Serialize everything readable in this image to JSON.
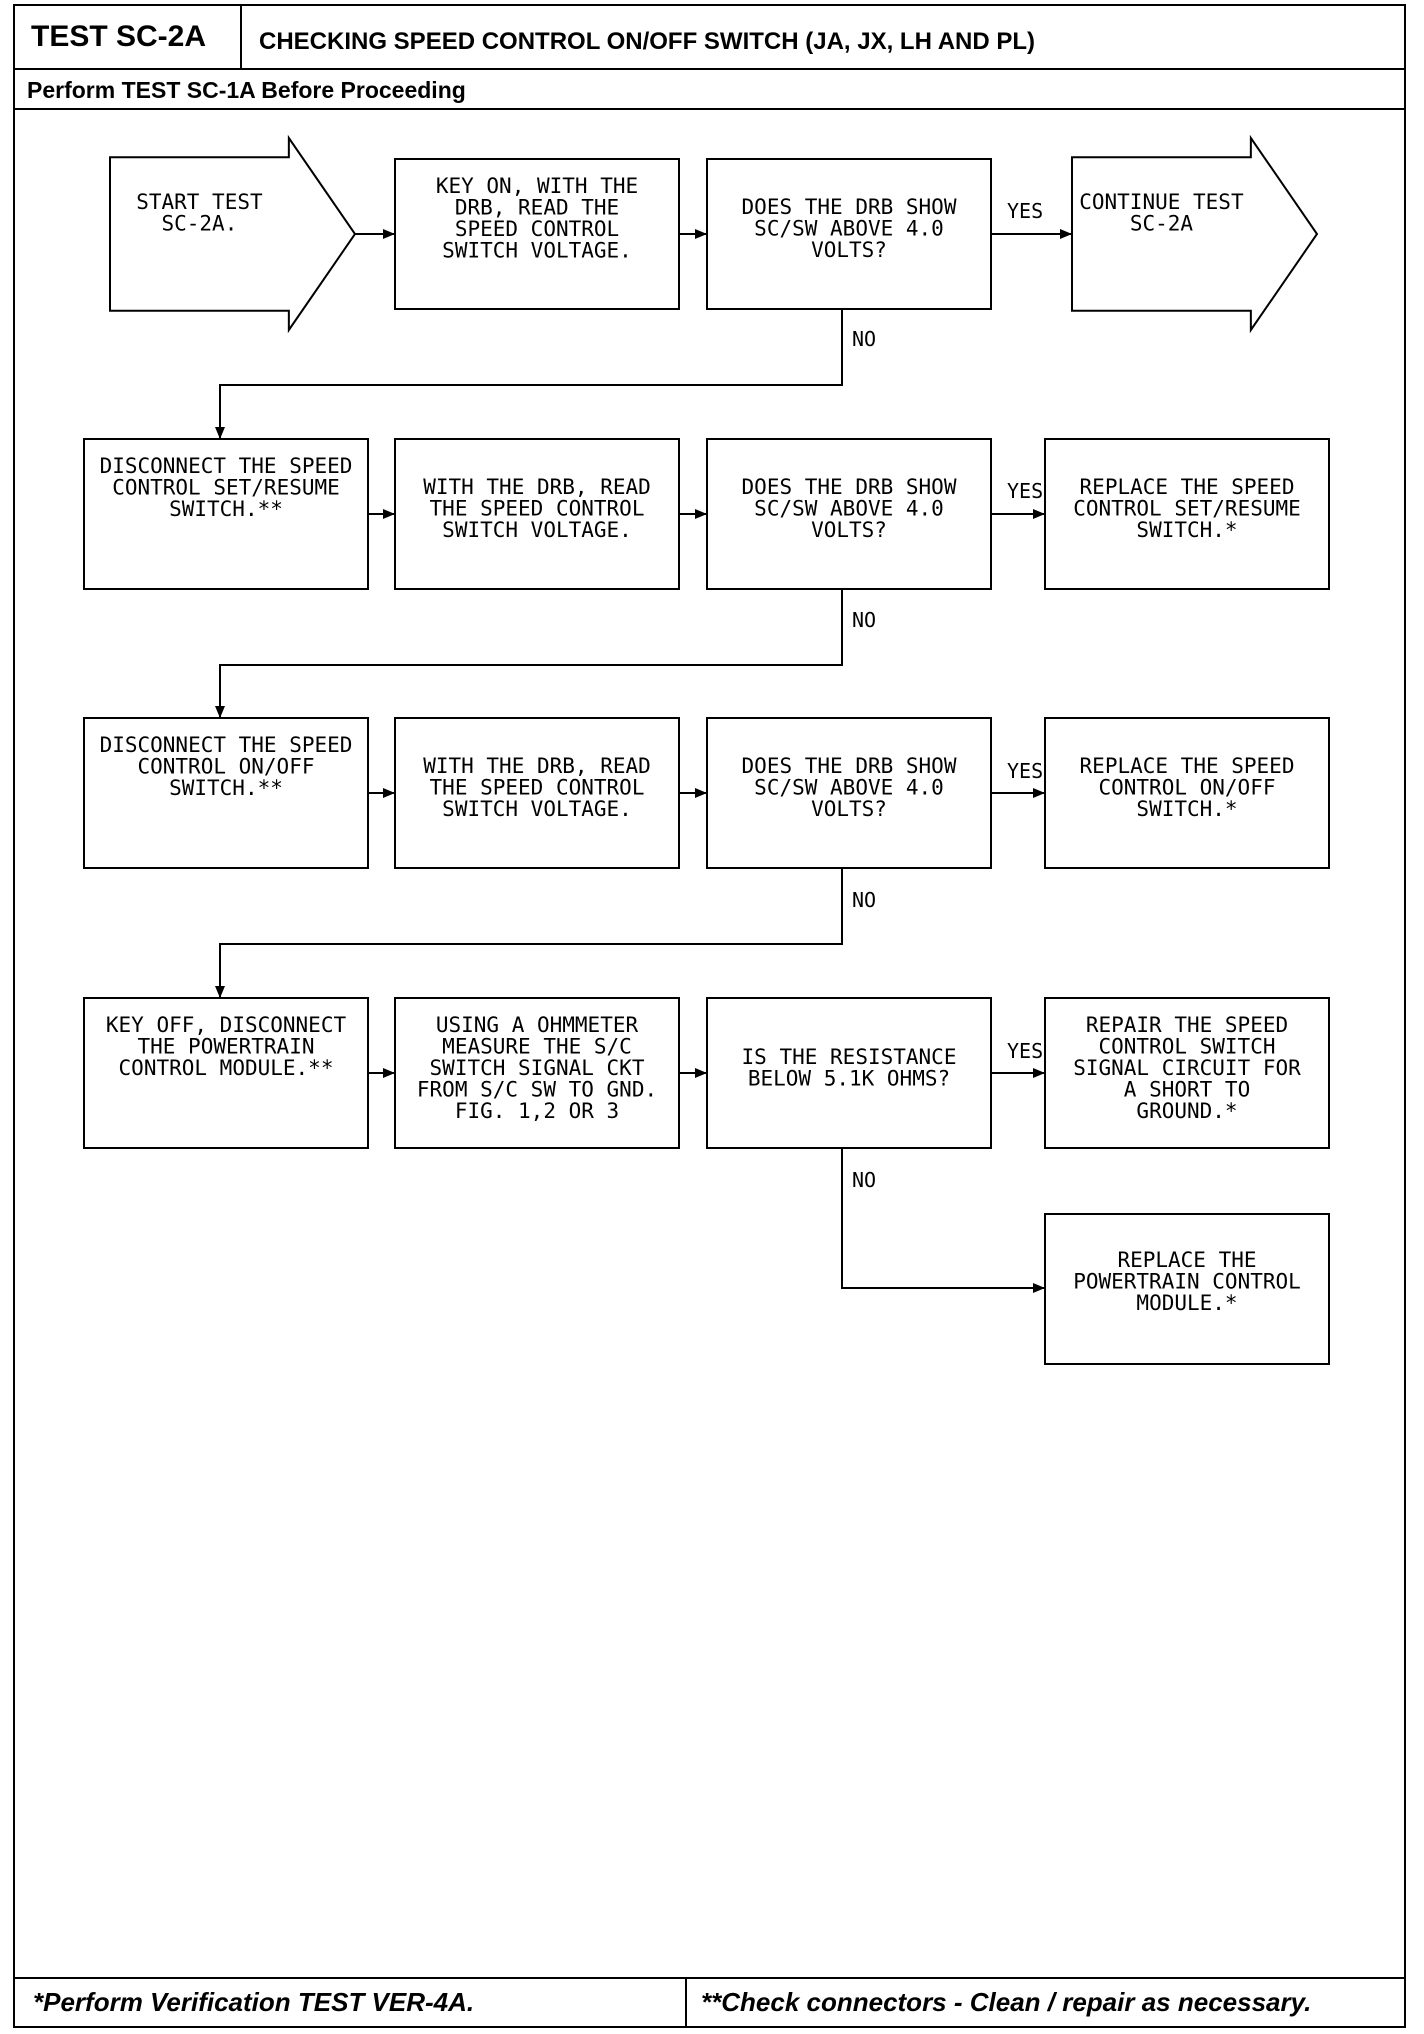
{
  "header": {
    "test_id": "TEST SC-2A",
    "title": "CHECKING SPEED CONTROL ON/OFF SWITCH (JA, JX, LH AND PL)",
    "prerequisite": "Perform TEST SC-1A Before Proceeding"
  },
  "flowchart": {
    "start": [
      "START TEST",
      "SC-2A."
    ],
    "continue": [
      "CONTINUE TEST",
      "SC-2A"
    ],
    "row1": {
      "action": [
        "KEY ON, WITH THE",
        "DRB, READ THE",
        "SPEED CONTROL",
        "SWITCH VOLTAGE."
      ],
      "question": [
        "DOES THE DRB SHOW",
        "SC/SW ABOVE 4.0",
        "VOLTS?"
      ]
    },
    "row2": {
      "step": [
        "DISCONNECT THE SPEED",
        "CONTROL SET/RESUME",
        "SWITCH.**"
      ],
      "action": [
        "WITH THE DRB, READ",
        "THE SPEED CONTROL",
        "SWITCH VOLTAGE."
      ],
      "question": [
        "DOES THE DRB SHOW",
        "SC/SW ABOVE 4.0",
        "VOLTS?"
      ],
      "result": [
        "REPLACE THE SPEED",
        "CONTROL SET/RESUME",
        "SWITCH.*"
      ]
    },
    "row3": {
      "step": [
        "DISCONNECT THE SPEED",
        "CONTROL ON/OFF",
        "SWITCH.**"
      ],
      "action": [
        "WITH THE DRB, READ",
        "THE SPEED CONTROL",
        "SWITCH VOLTAGE."
      ],
      "question": [
        "DOES THE DRB SHOW",
        "SC/SW ABOVE 4.0",
        "VOLTS?"
      ],
      "result": [
        "REPLACE THE SPEED",
        "CONTROL ON/OFF",
        "SWITCH.*"
      ]
    },
    "row4": {
      "step": [
        "KEY OFF, DISCONNECT",
        "THE POWERTRAIN",
        "CONTROL MODULE.**"
      ],
      "action": [
        "USING A OHMMETER",
        "MEASURE THE S/C",
        "SWITCH SIGNAL CKT",
        "FROM S/C SW TO GND.",
        "FIG. 1,2 OR 3"
      ],
      "question": [
        "IS THE RESISTANCE",
        "BELOW 5.1K OHMS?"
      ],
      "result_yes": [
        "REPAIR THE SPEED",
        "CONTROL SWITCH",
        "SIGNAL CIRCUIT FOR",
        "A SHORT TO",
        "GROUND.*"
      ],
      "result_no": [
        "REPLACE THE",
        "POWERTRAIN CONTROL",
        "MODULE.*"
      ]
    },
    "labels": {
      "yes": "YES",
      "no": "NO"
    }
  },
  "footer": {
    "left": "*Perform Verification TEST VER-4A.",
    "right": "**Check connectors - Clean / repair as necessary."
  }
}
